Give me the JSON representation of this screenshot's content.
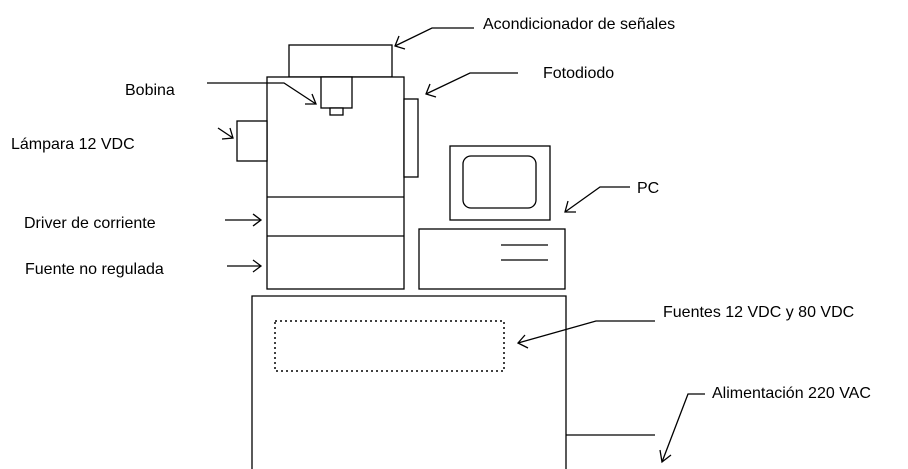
{
  "labels": {
    "signal_conditioner": "Acondicionador de señales",
    "photodiode": "Fotodiodo",
    "coil": "Bobina",
    "lamp": "Lámpara 12 VDC",
    "pc": "PC",
    "current_driver": "Driver de corriente",
    "unregulated_source": "Fuente no regulada",
    "power_supplies": "Fuentes 12 VDC y 80 VDC",
    "mains_power": "Alimentación 220 VAC"
  }
}
